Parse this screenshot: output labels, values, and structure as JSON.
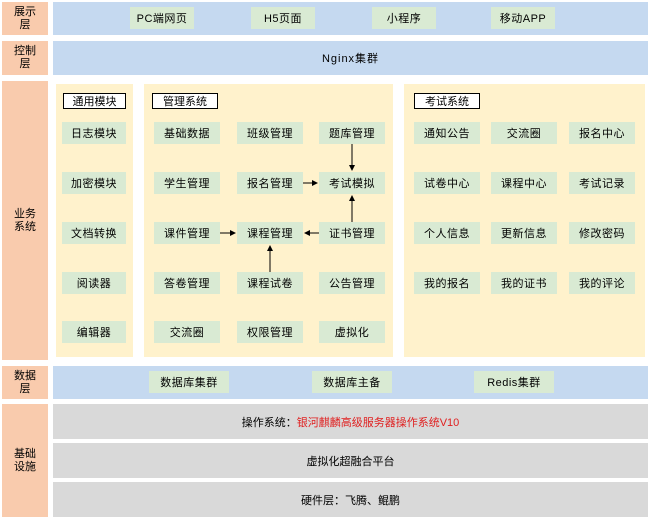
{
  "layers": {
    "presentation": "展示\n层",
    "control": "控制\n层",
    "business": "业务\n系统",
    "data": "数据\n层",
    "infra": "基础\n设施"
  },
  "presentation_items": [
    "PC端网页",
    "H5页面",
    "小程序",
    "移动APP"
  ],
  "control_text": "Nginx集群",
  "general_module": {
    "title": "通用模块",
    "items": [
      "日志模块",
      "加密模块",
      "文档转换",
      "阅读器",
      "编辑器"
    ]
  },
  "management_system": {
    "title": "管理系统",
    "items": [
      "基础数据",
      "班级管理",
      "题库管理",
      "学生管理",
      "报名管理",
      "考试模拟",
      "课件管理",
      "课程管理",
      "证书管理",
      "答卷管理",
      "课程试卷",
      "公告管理",
      "交流圈",
      "权限管理",
      "虚拟化"
    ]
  },
  "exam_system": {
    "title": "考试系统",
    "items": [
      "通知公告",
      "交流圈",
      "报名中心",
      "试卷中心",
      "课程中心",
      "考试记录",
      "个人信息",
      "更新信息",
      "修改密码",
      "我的报名",
      "我的证书",
      "我的评论"
    ]
  },
  "data_items": [
    "数据库集群",
    "数据库主备",
    "Redis集群"
  ],
  "infra_rows": {
    "os_label": "操作系统：",
    "os_value": "银河麒麟高级服务器操作系统V10",
    "virtualization": "虚拟化超融合平台",
    "hardware": "硬件层：飞腾、鲲鹏"
  }
}
